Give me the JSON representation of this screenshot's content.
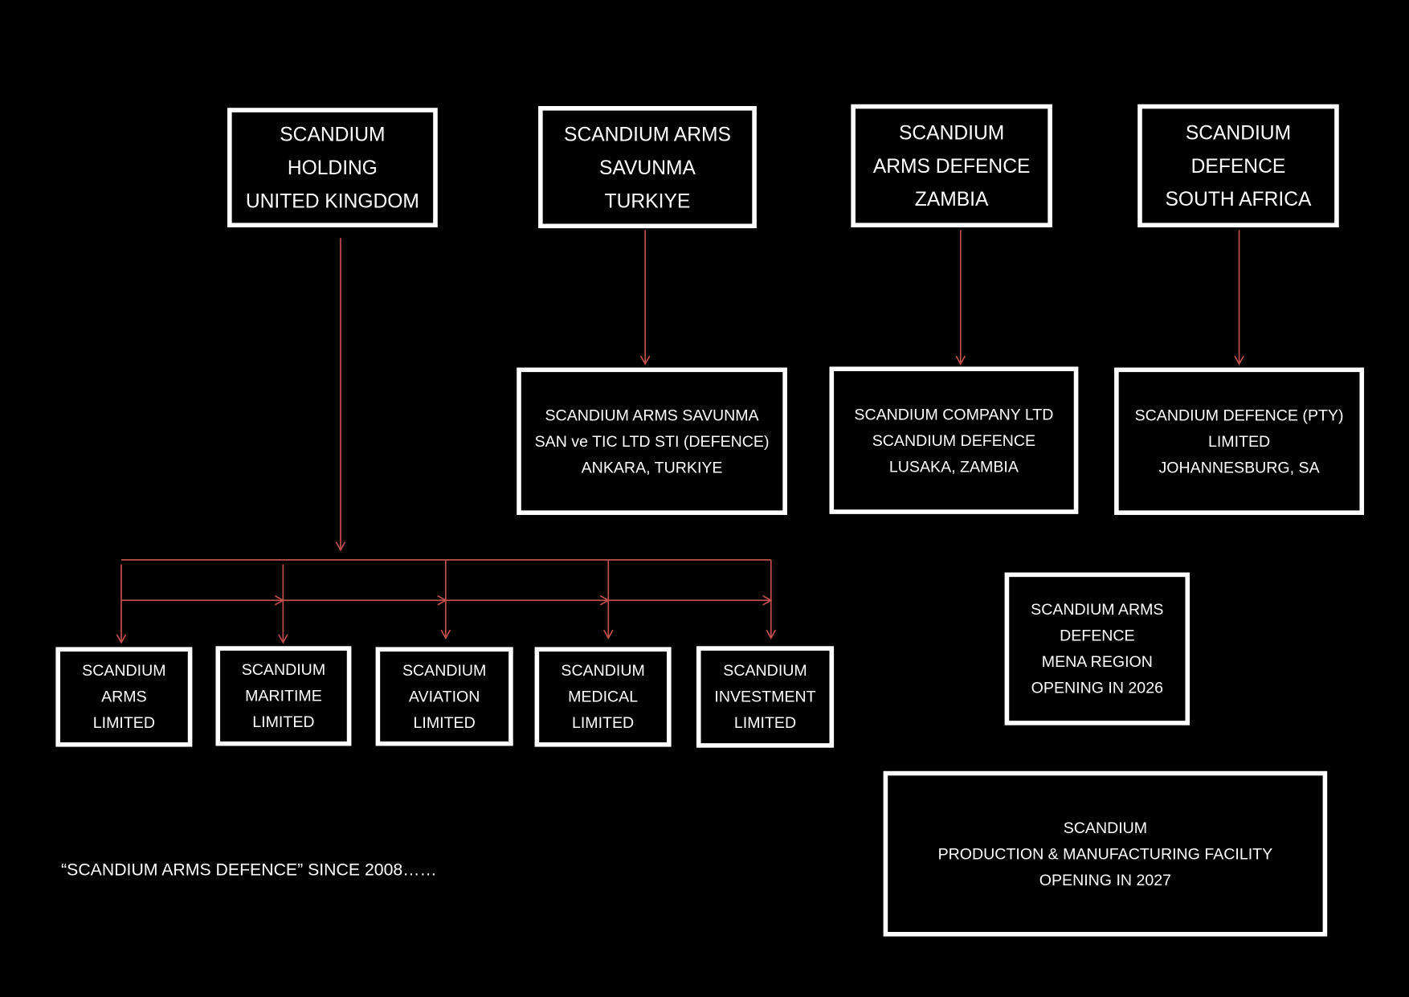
{
  "top_entities": [
    {
      "lines": [
        "SCANDIUM",
        "HOLDING",
        "UNITED KINGDOM"
      ]
    },
    {
      "lines": [
        "SCANDIUM ARMS",
        "SAVUNMA",
        "TURKIYE"
      ]
    },
    {
      "lines": [
        "SCANDIUM",
        "ARMS DEFENCE",
        "ZAMBIA"
      ]
    },
    {
      "lines": [
        "SCANDIUM",
        "DEFENCE",
        "SOUTH AFRICA"
      ]
    }
  ],
  "subsidiaries": [
    {
      "lines": [
        "SCANDIUM ARMS SAVUNMA",
        "SAN ve TIC LTD STI (DEFENCE)",
        "ANKARA, TURKIYE"
      ]
    },
    {
      "lines": [
        "SCANDIUM COMPANY LTD",
        "SCANDIUM DEFENCE",
        "LUSAKA, ZAMBIA"
      ]
    },
    {
      "lines": [
        "SCANDIUM DEFENCE (PTY)",
        "LIMITED",
        "JOHANNESBURG, SA"
      ]
    }
  ],
  "uk_divisions": [
    {
      "lines": [
        "SCANDIUM",
        "ARMS",
        "LIMITED"
      ]
    },
    {
      "lines": [
        "SCANDIUM",
        "MARITIME",
        "LIMITED"
      ]
    },
    {
      "lines": [
        "SCANDIUM",
        "AVIATION",
        "LIMITED"
      ]
    },
    {
      "lines": [
        "SCANDIUM",
        "MEDICAL",
        "LIMITED"
      ]
    },
    {
      "lines": [
        "SCANDIUM",
        "INVESTMENT",
        "LIMITED"
      ]
    }
  ],
  "future": [
    {
      "lines": [
        "SCANDIUM ARMS",
        "DEFENCE",
        "MENA REGION",
        "OPENING IN 2026"
      ]
    },
    {
      "lines": [
        "SCANDIUM",
        "PRODUCTION & MANUFACTURING FACILITY",
        "OPENING IN 2027"
      ]
    }
  ],
  "footer": "“SCANDIUM ARMS DEFENCE” SINCE 2008……",
  "colors": {
    "background": "#000000",
    "box_border": "#ffffff",
    "connector": "#c0504d"
  }
}
